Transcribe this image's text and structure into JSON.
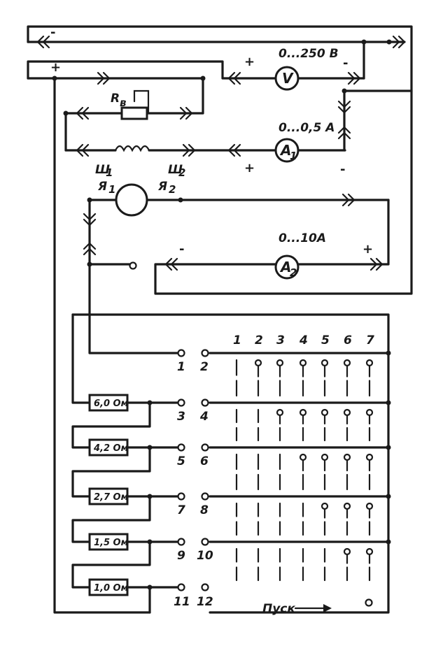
{
  "voltmeter": {
    "label": "V",
    "range": "0...250 В",
    "plus": "+",
    "minus": "-"
  },
  "ammeter1": {
    "label": "A",
    "sub": "1",
    "range": "0...0,5 A",
    "plus": "+",
    "minus": "-"
  },
  "ammeter2": {
    "label": "A",
    "sub": "2",
    "range": "0...10A",
    "plus": "+",
    "minus": "-"
  },
  "rheostat": {
    "label": "R",
    "sub": "в"
  },
  "field_winding": {
    "start": "Ш",
    "start_sub": "1",
    "end": "Ш",
    "end_sub": "2"
  },
  "armature": {
    "start": "Я",
    "start_sub": "1",
    "end": "Я",
    "end_sub": "2"
  },
  "top_plus": "+",
  "top_minus": "-",
  "resistors": [
    "6,0 Ом",
    "4,2 Ом",
    "2,7 Ом",
    "1,5 Ом",
    "1,0 Ом"
  ],
  "left_contacts": [
    "1",
    "3",
    "5",
    "7",
    "9",
    "11"
  ],
  "right_contacts": [
    "2",
    "4",
    "6",
    "8",
    "10",
    "12"
  ],
  "positions": [
    "1",
    "2",
    "3",
    "4",
    "5",
    "6",
    "7"
  ],
  "start_label": "Пуск"
}
